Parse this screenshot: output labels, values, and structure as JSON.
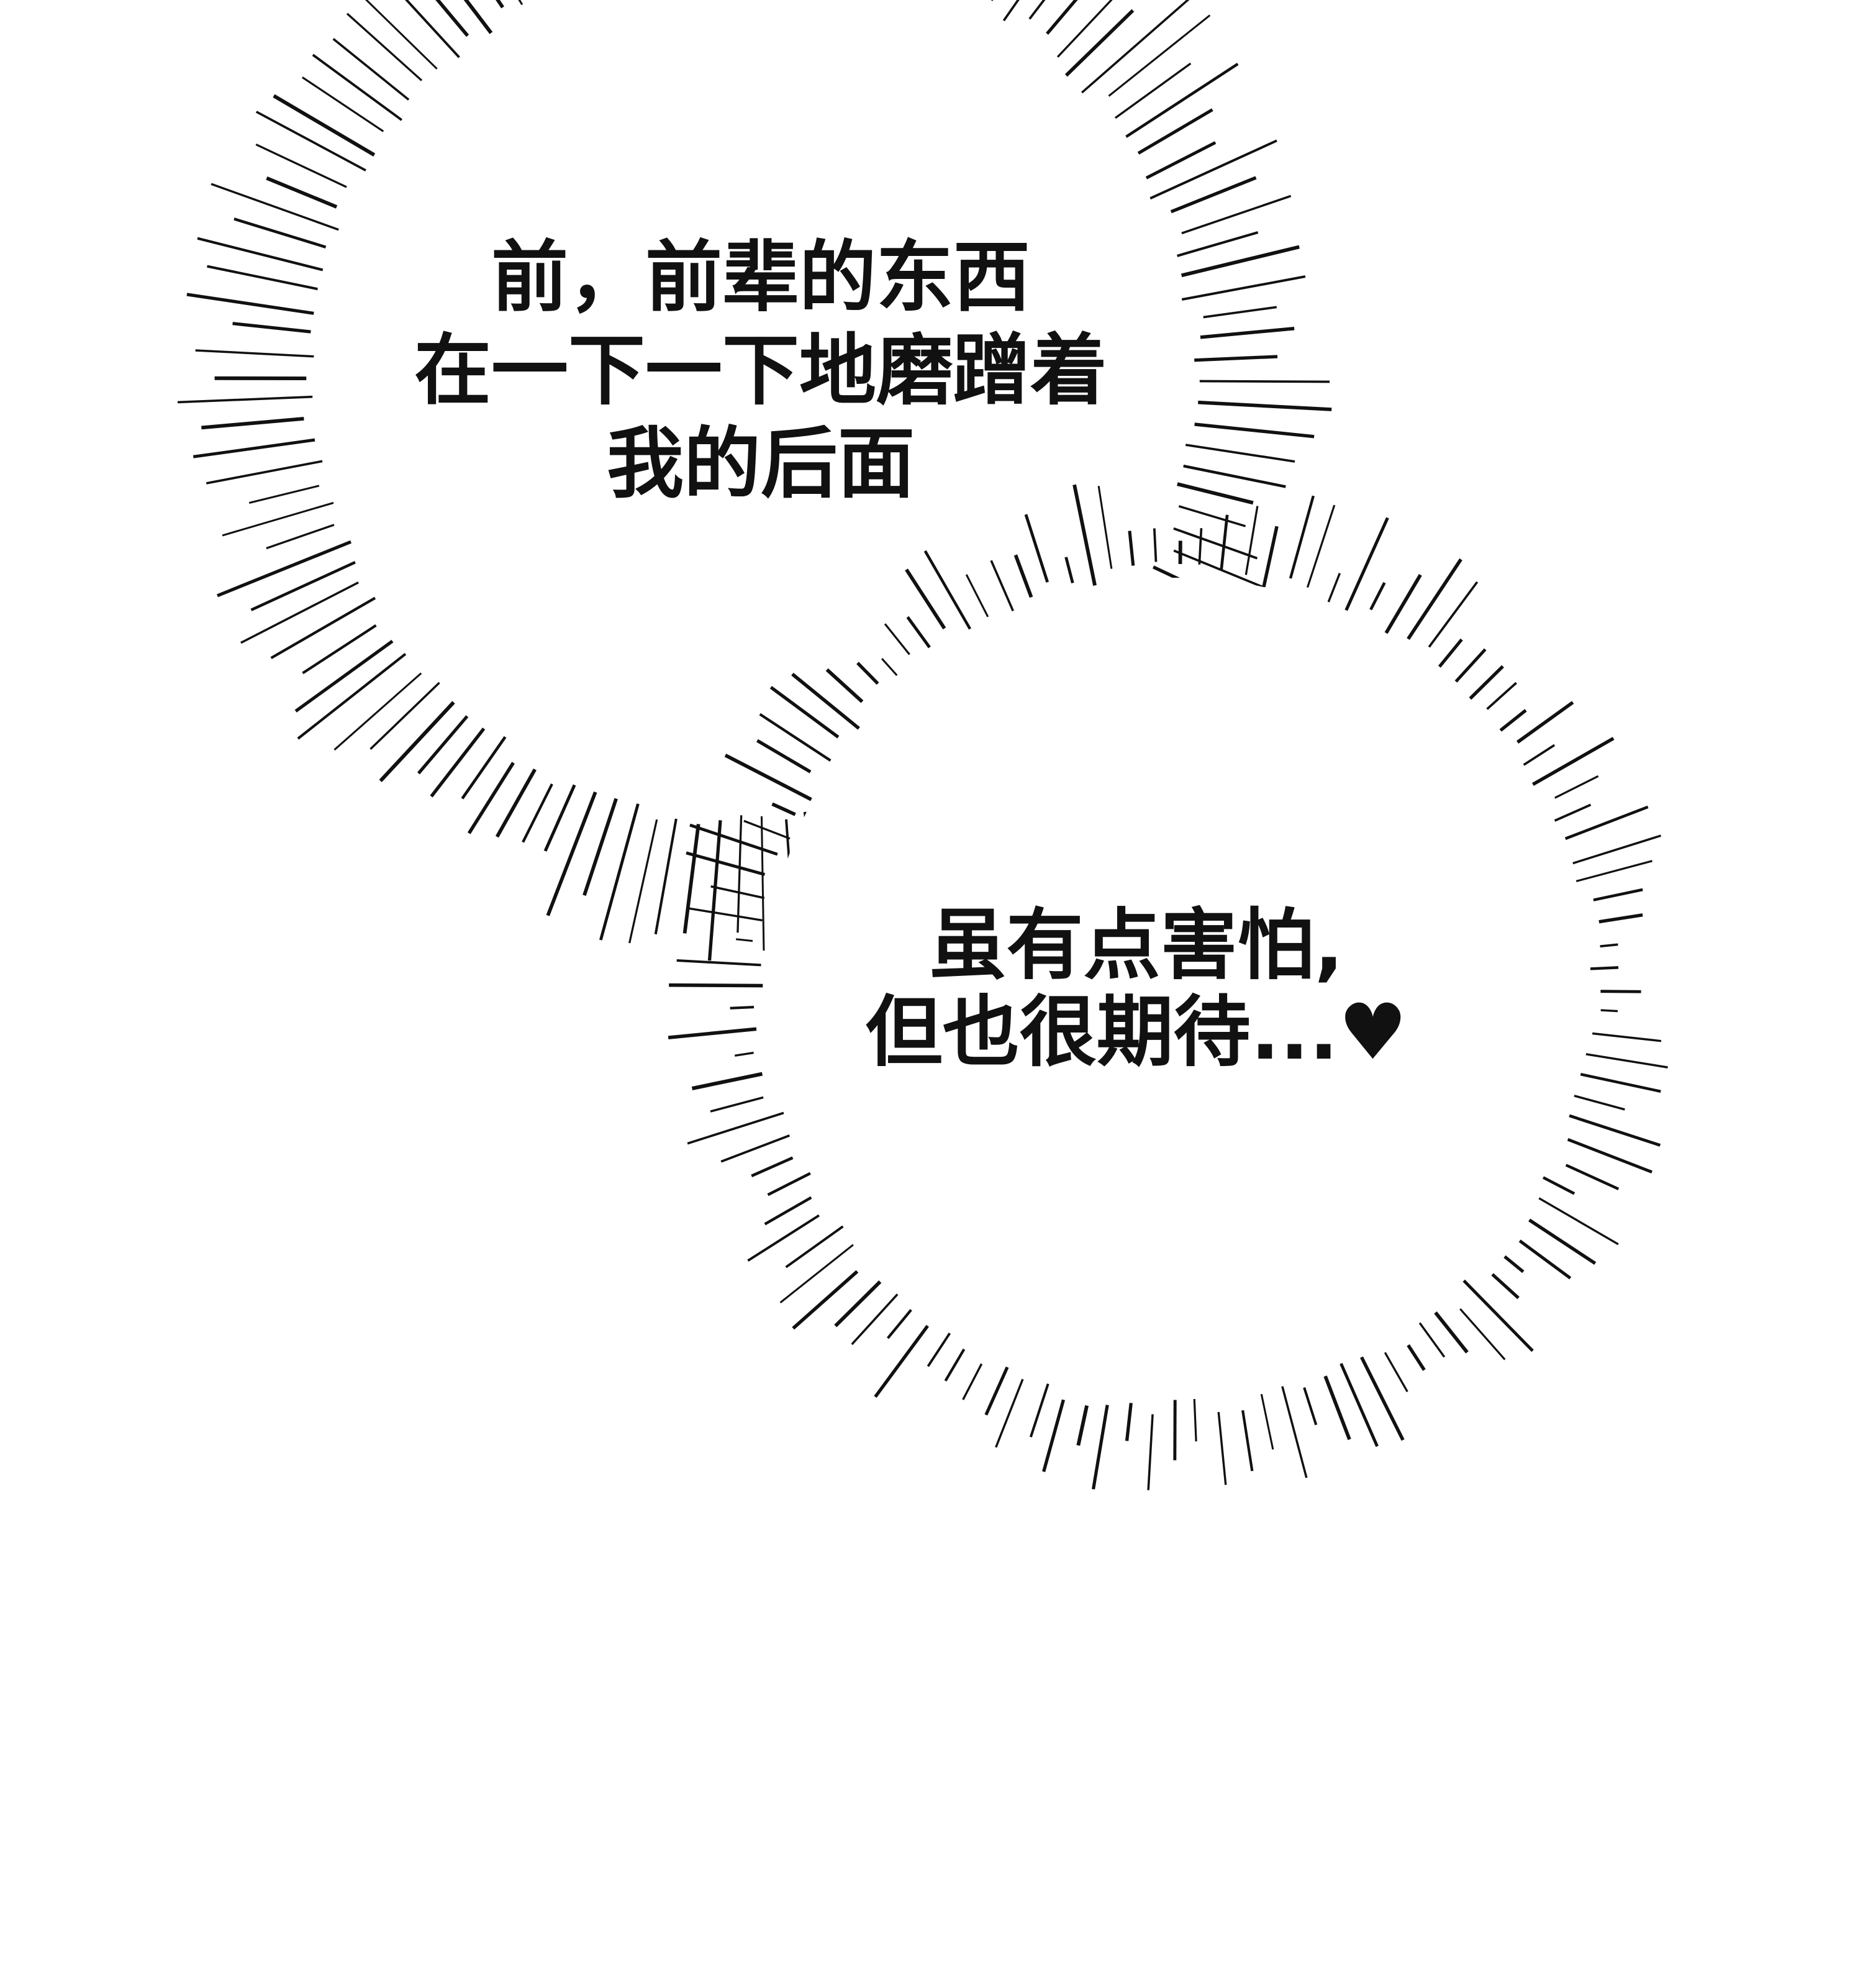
{
  "bubbles": [
    {
      "lines": [
        "前，前辈的东西",
        "在一下一下地磨蹭着",
        "我的后面"
      ]
    },
    {
      "lines": [
        "虽有点害怕,",
        "但也很期待...♥"
      ]
    }
  ],
  "colors": {
    "ink": "#111111",
    "background": "#ffffff"
  }
}
